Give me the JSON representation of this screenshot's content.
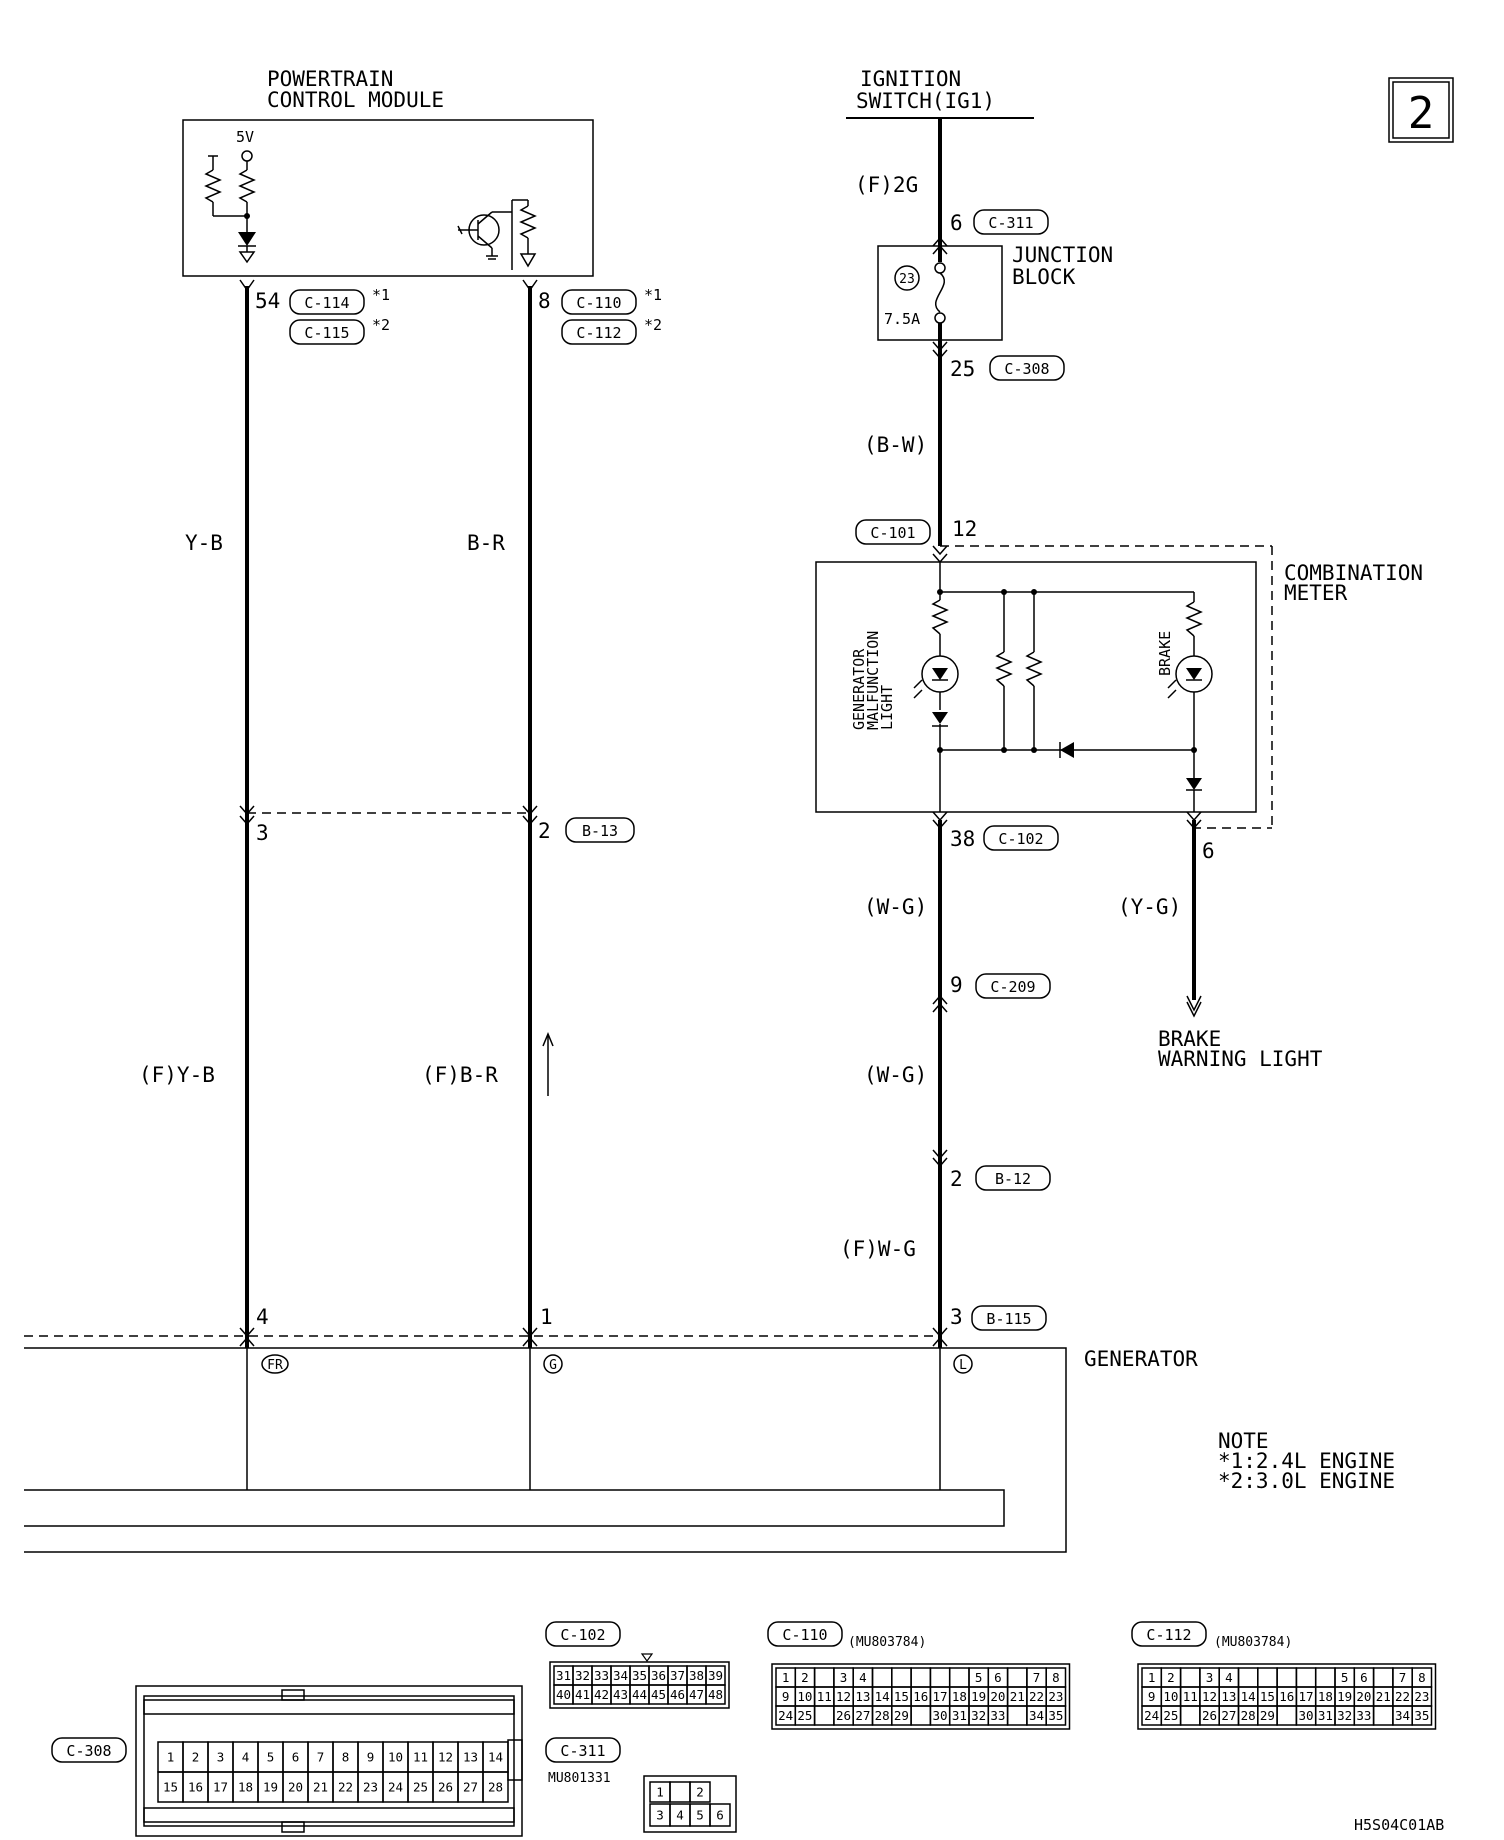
{
  "page_number": "2",
  "drawing_code": "H5S04C01AB",
  "pcm": {
    "title_line1": "POWERTRAIN",
    "title_line2": "CONTROL MODULE",
    "supply_label": "5V",
    "pin_a": "54",
    "conn_a1": "C-114",
    "conn_a2": "C-115",
    "pin_b": "8",
    "conn_b1": "C-110",
    "conn_b2": "C-112",
    "star1": "*1",
    "star2": "*2"
  },
  "ignition": {
    "title_line1": "IGNITION",
    "title_line2": "SWITCH(IG1)",
    "wire_label": "(F)2G",
    "pin": "6",
    "conn": "C-311"
  },
  "junction_block": {
    "title_line1": "JUNCTION",
    "title_line2": "BLOCK",
    "fuse_no": "23",
    "fuse_rating": "7.5A",
    "out_pin": "25",
    "out_conn": "C-308",
    "out_wire": "(B-W)"
  },
  "combination_meter": {
    "title_line1": "COMBINATION",
    "title_line2": "METER",
    "in_conn": "C-101",
    "in_pin": "12",
    "gen_light_line1": "GENERATOR",
    "gen_light_line2": "MALFUNCTION",
    "gen_light_line3": "LIGHT",
    "brake_label": "BRAKE",
    "out_pin": "38",
    "out_conn": "C-102",
    "brake_pin": "6"
  },
  "wires": {
    "y_b": "Y-B",
    "b_r": "B-R",
    "f_y_b": "(F)Y-B",
    "f_b_r": "(F)B-R",
    "w_g_1": "(W-G)",
    "w_g_2": "(W-G)",
    "f_w_g": "(F)W-G",
    "y_g": "(Y-G)"
  },
  "intermediate": {
    "left_pin": "3",
    "right_pin": "2",
    "conn": "B-13"
  },
  "c209": {
    "pin": "9",
    "conn": "C-209"
  },
  "b12": {
    "pin": "2",
    "conn": "B-12"
  },
  "brake_warning": {
    "line1": "BRAKE",
    "line2": "WARNING LIGHT"
  },
  "generator": {
    "title": "GENERATOR",
    "pin_fr": "4",
    "pin_g": "1",
    "pin_l": "3",
    "conn": "B-115",
    "term_fr": "FR",
    "term_g": "G",
    "term_l": "L"
  },
  "note": {
    "title": "NOTE",
    "line1": "*1:2.4L ENGINE",
    "line2": "*2:3.0L ENGINE"
  },
  "connectors": {
    "c102": {
      "name": "C-102",
      "row1": [
        "31",
        "32",
        "33",
        "34",
        "35",
        "36",
        "37",
        "38",
        "39"
      ],
      "row2": [
        "40",
        "41",
        "42",
        "43",
        "44",
        "45",
        "46",
        "47",
        "48"
      ]
    },
    "c110": {
      "name": "C-110",
      "part": "(MU803784)",
      "row1": [
        "1",
        "2",
        "",
        "3",
        "4",
        "",
        "",
        "",
        "",
        "",
        "5",
        "6",
        "",
        "7",
        "8"
      ],
      "row2": [
        "9",
        "10",
        "11",
        "12",
        "13",
        "14",
        "15",
        "16",
        "17",
        "18",
        "19",
        "20",
        "21",
        "22",
        "23"
      ],
      "row3": [
        "24",
        "25",
        "",
        "26",
        "27",
        "28",
        "29",
        "",
        "30",
        "31",
        "32",
        "33",
        "",
        "34",
        "35"
      ]
    },
    "c112": {
      "name": "C-112",
      "part": "(MU803784)",
      "row1": [
        "1",
        "2",
        "",
        "3",
        "4",
        "",
        "",
        "",
        "",
        "",
        "5",
        "6",
        "",
        "7",
        "8"
      ],
      "row2": [
        "9",
        "10",
        "11",
        "12",
        "13",
        "14",
        "15",
        "16",
        "17",
        "18",
        "19",
        "20",
        "21",
        "22",
        "23"
      ],
      "row3": [
        "24",
        "25",
        "",
        "26",
        "27",
        "28",
        "29",
        "",
        "30",
        "31",
        "32",
        "33",
        "",
        "34",
        "35"
      ]
    },
    "c308": {
      "name": "C-308",
      "row1": [
        "1",
        "2",
        "3",
        "4",
        "5",
        "6",
        "7",
        "8",
        "9",
        "10",
        "11",
        "12",
        "13",
        "14"
      ],
      "row2": [
        "15",
        "16",
        "17",
        "18",
        "19",
        "20",
        "21",
        "22",
        "23",
        "24",
        "25",
        "26",
        "27",
        "28"
      ]
    },
    "c311": {
      "name": "C-311",
      "part": "MU801331",
      "row1": [
        "1",
        "",
        "2"
      ],
      "row2": [
        "3",
        "4",
        "5",
        "6"
      ]
    }
  }
}
